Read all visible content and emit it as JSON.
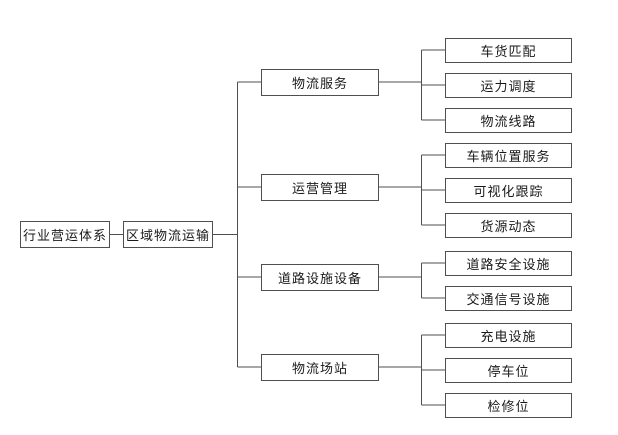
{
  "diagram": {
    "root": {
      "label": "行业营运体系"
    },
    "hub": {
      "label": "区域物流运输"
    },
    "branches": [
      {
        "label": "物流服务",
        "children": [
          "车货匹配",
          "运力调度",
          "物流线路"
        ]
      },
      {
        "label": "运营管理",
        "children": [
          "车辆位置服务",
          "可视化跟踪",
          "货源动态"
        ]
      },
      {
        "label": "道路设施设备",
        "children": [
          "道路安全设施",
          "交通信号设施"
        ]
      },
      {
        "label": "物流场站",
        "children": [
          "充电设施",
          "停车位",
          "检修位"
        ]
      }
    ]
  },
  "colors": {
    "background": "#ffffff",
    "box_border": "#4f4f4f",
    "connector": "#4f4f4f",
    "text": "#1a1a1a"
  }
}
